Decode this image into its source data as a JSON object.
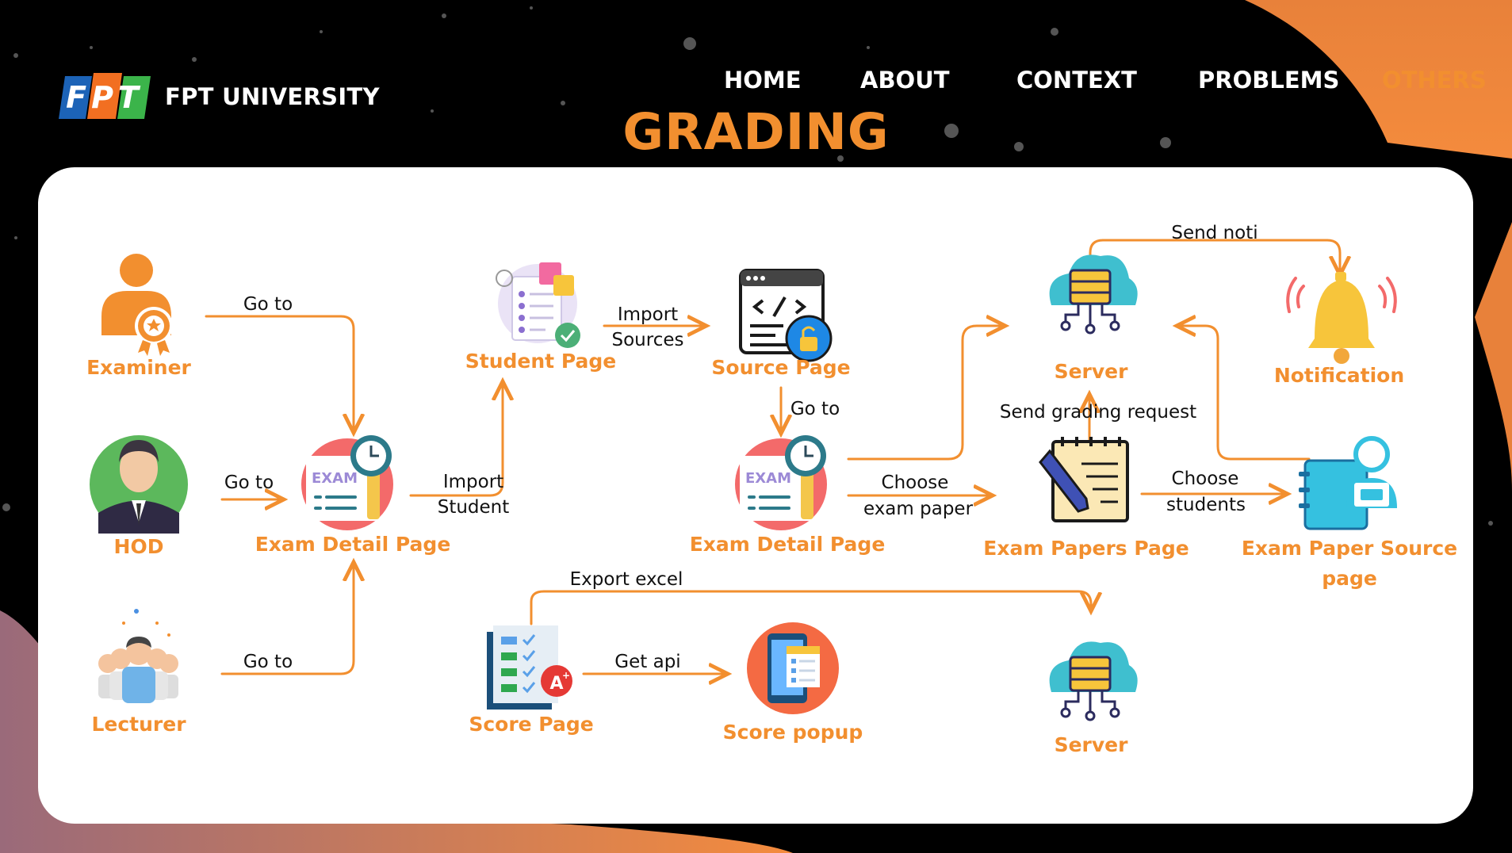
{
  "header": {
    "logo_text": "FPT",
    "university_name": "FPT UNIVERSITY",
    "nav": [
      {
        "label": "HOME"
      },
      {
        "label": "ABOUT"
      },
      {
        "label": "CONTEXT"
      },
      {
        "label": "PROBLEMS"
      },
      {
        "label": "OTHERS",
        "active": true
      }
    ]
  },
  "page_title": "GRADING",
  "diagram": {
    "nodes": {
      "examiner": "Examiner",
      "hod": "HOD",
      "lecturer": "Lecturer",
      "exam_detail_1": "Exam Detail Page",
      "student_page": "Student Page",
      "source_page": "Source Page",
      "exam_detail_2": "Exam Detail Page",
      "server_top": "Server",
      "notification": "Notification",
      "exam_papers": "Exam Papers Page",
      "exam_paper_source_1": "Exam Paper Source",
      "exam_paper_source_2": "page",
      "score_page": "Score Page",
      "score_popup": "Score popup",
      "server_bottom": "Server"
    },
    "edges": {
      "examiner_goto": "Go to",
      "hod_goto": "Go to",
      "lecturer_goto": "Go to",
      "import_student_1": "Import",
      "import_student_2": "Student",
      "import_sources_1": "Import",
      "import_sources_2": "Sources",
      "source_goto": "Go to",
      "choose_exam_1": "Choose",
      "choose_exam_2": "exam paper",
      "send_grading": "Send grading request",
      "choose_students_1": "Choose",
      "choose_students_2": "students",
      "send_noti": "Send noti",
      "export_excel": "Export excel",
      "get_api": "Get api"
    }
  },
  "colors": {
    "accent": "#f28f2f",
    "background": "#000000",
    "card": "#ffffff",
    "fpt_blue": "#1c63b7",
    "fpt_orange": "#f26f21",
    "fpt_green": "#3bb44a"
  }
}
